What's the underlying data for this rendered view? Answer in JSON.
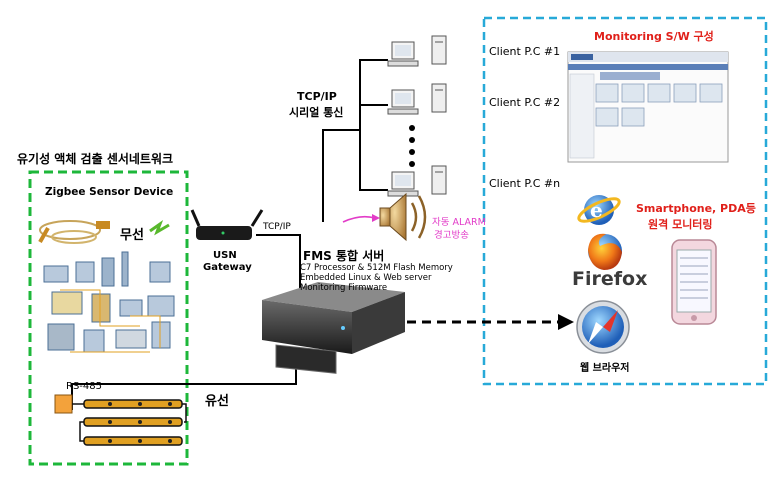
{
  "left_panel": {
    "title": "유기성 액체 검출 센서네트워크",
    "device_label": "Zigbee Sensor Device",
    "wireless_label": "무선",
    "rs485_label": "RS-485",
    "wired_label": "유선"
  },
  "gateway": {
    "name_line1": "USN",
    "name_line2": "Gateway",
    "link_label": "TCP/IP"
  },
  "network": {
    "label_line1": "TCP/IP",
    "label_line2": "시리얼 통신"
  },
  "alarm": {
    "line1": "자동 ALARM",
    "line2": "경고방송"
  },
  "server": {
    "title": "FMS 통합 서버",
    "spec1": "C7 Processor & 512M Flash Memory",
    "spec2": "Embedded Linux & Web server",
    "spec3": "Monitoring Firmware"
  },
  "right_panel": {
    "title": "Monitoring S/W 구성",
    "client1": "Client P.C #1",
    "client2": "Client P.C #2",
    "clientn": "Client P.C #n",
    "mobile_line1": "Smartphone, PDA등",
    "mobile_line2": "원격 모니터링",
    "firefox_label": "Firefox",
    "browser_label": "웹 브라우저"
  },
  "colors": {
    "left_border": "#1db73a",
    "right_border": "#27a9d8",
    "accent_red": "#e0201a",
    "accent_pink": "#e23cc8"
  }
}
